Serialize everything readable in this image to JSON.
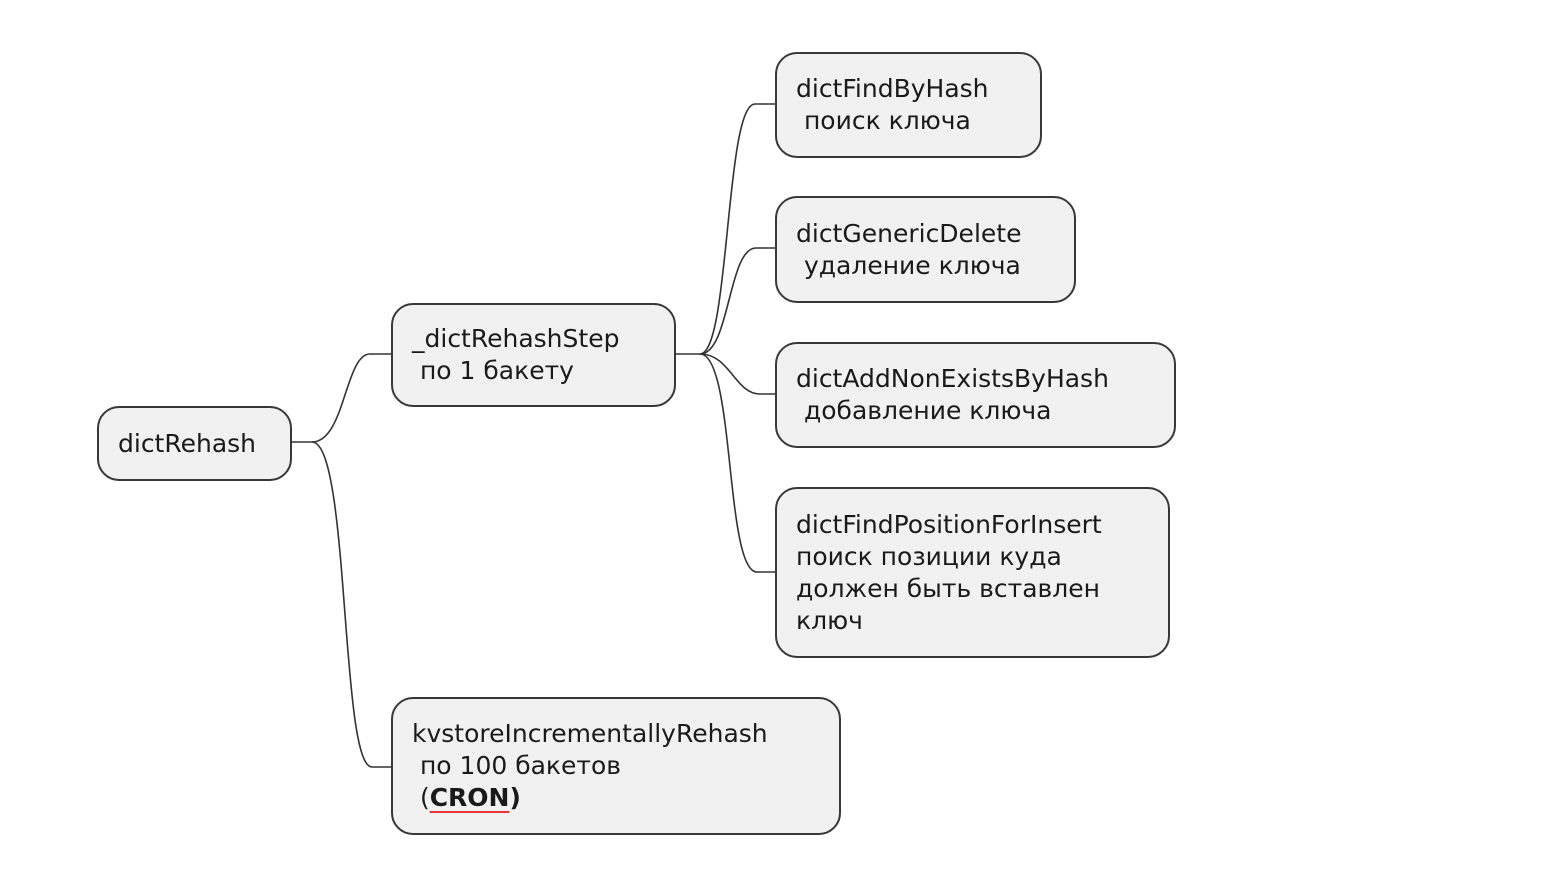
{
  "diagram": {
    "type": "mindmap",
    "root": {
      "id": "dictRehash",
      "lines": [
        "dictRehash"
      ]
    },
    "level1": [
      {
        "id": "dictRehashStep",
        "lines": [
          "_dictRehashStep",
          " по 1 бакету"
        ]
      },
      {
        "id": "kvstoreIncrementallyRehash",
        "lines": [
          "kvstoreIncrementallyRehash",
          " по 100 бакетов"
        ],
        "last_line": {
          "prefix": " (",
          "bold": "CRON",
          "bold_suffix": ")"
        }
      }
    ],
    "level2": [
      {
        "id": "dictFindByHash",
        "lines": [
          "dictFindByHash",
          " поиск ключа"
        ]
      },
      {
        "id": "dictGenericDelete",
        "lines": [
          "dictGenericDelete",
          " удаление ключа"
        ]
      },
      {
        "id": "dictAddNonExistsByHash",
        "lines": [
          "dictAddNonExistsByHash",
          " добавление ключа"
        ]
      },
      {
        "id": "dictFindPositionForInsert",
        "lines": [
          "dictFindPositionForInsert",
          "поиск позиции куда",
          "должен быть вставлен",
          "ключ"
        ]
      }
    ],
    "edges": [
      [
        "dictRehash",
        "dictRehashStep"
      ],
      [
        "dictRehash",
        "kvstoreIncrementallyRehash"
      ],
      [
        "dictRehashStep",
        "dictFindByHash"
      ],
      [
        "dictRehashStep",
        "dictGenericDelete"
      ],
      [
        "dictRehashStep",
        "dictAddNonExistsByHash"
      ],
      [
        "dictRehashStep",
        "dictFindPositionForInsert"
      ]
    ],
    "colors": {
      "node_fill": "#f1f1f1",
      "node_border": "#383838",
      "edge": "#333333",
      "spellcheck_underline": "#e8363a",
      "background": "#ffffff"
    }
  }
}
